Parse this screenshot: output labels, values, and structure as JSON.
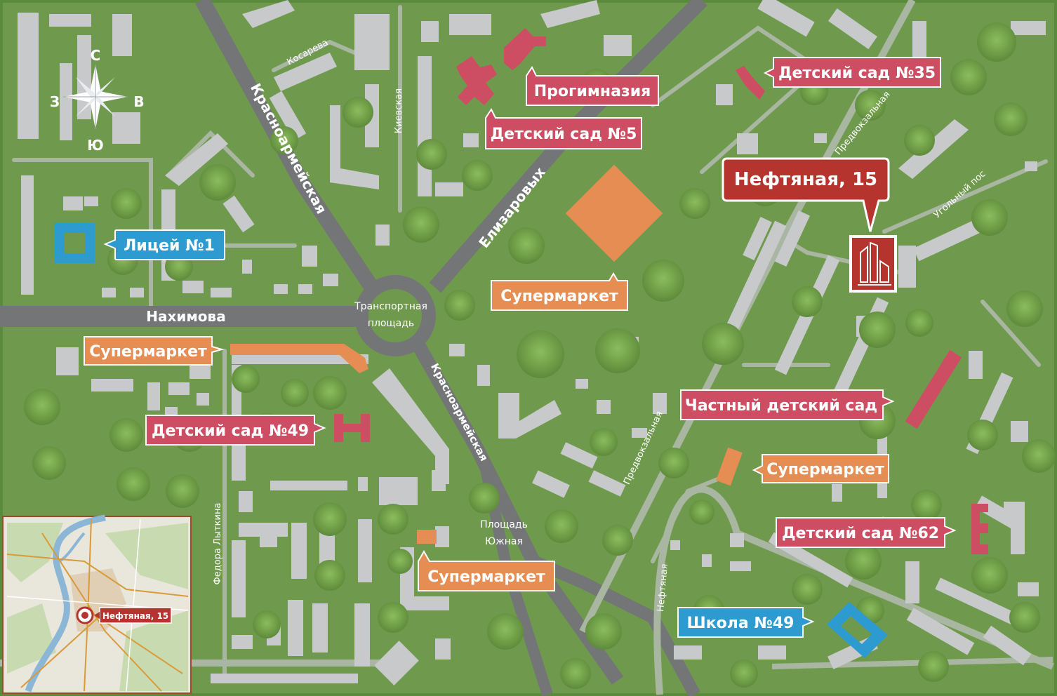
{
  "map": {
    "colors": {
      "background": "#6f9a4e",
      "road": "#737577",
      "building": "#c7c9cb",
      "kindergarten": "#cd4d62",
      "school": "#2d9ad0",
      "supermarket": "#e58d52",
      "target": "#b5342e"
    },
    "compass": {
      "north": "С",
      "south": "Ю",
      "west": "З",
      "east": "В"
    },
    "streets": {
      "kosareva": "Косарева",
      "krasnoarmeyskaya_north": "Красноармейская",
      "kievskaya": "Киевская",
      "elizarovyh": "Елизаровых",
      "nahimova": "Нахимова",
      "transport_square_1": "Транспортная",
      "transport_square_2": "площадь",
      "krasnoarmeyskaya_south": "Красноармейская",
      "predvokzalnaya_north": "Предвокзальная",
      "ugolny_pos": "Угольный пос",
      "predvokzalnaya_south": "Предвокзальная",
      "fedora_lytkina": "Федора Лыткина",
      "south_square_1": "Площадь",
      "south_square_2": "Южная",
      "neftyanaya": "Нефтяная"
    },
    "pois": {
      "liceum": "Лицей №1",
      "progymnasium": "Прогимназия",
      "kindergarten_5": "Детский сад №5",
      "kindergarten_35": "Детский сад №35",
      "target": "Нефтяная, 15",
      "supermarket_center": "Супермаркет",
      "supermarket_west": "Супермаркет",
      "kindergarten_49": "Детский сад №49",
      "private_kindergarten": "Частный детский сад",
      "supermarket_east": "Супермаркет",
      "kindergarten_62": "Детский сад №62",
      "supermarket_south": "Супермаркет",
      "school_49": "Школа №49"
    },
    "inset": {
      "label": "Нефтяная, 15"
    }
  }
}
